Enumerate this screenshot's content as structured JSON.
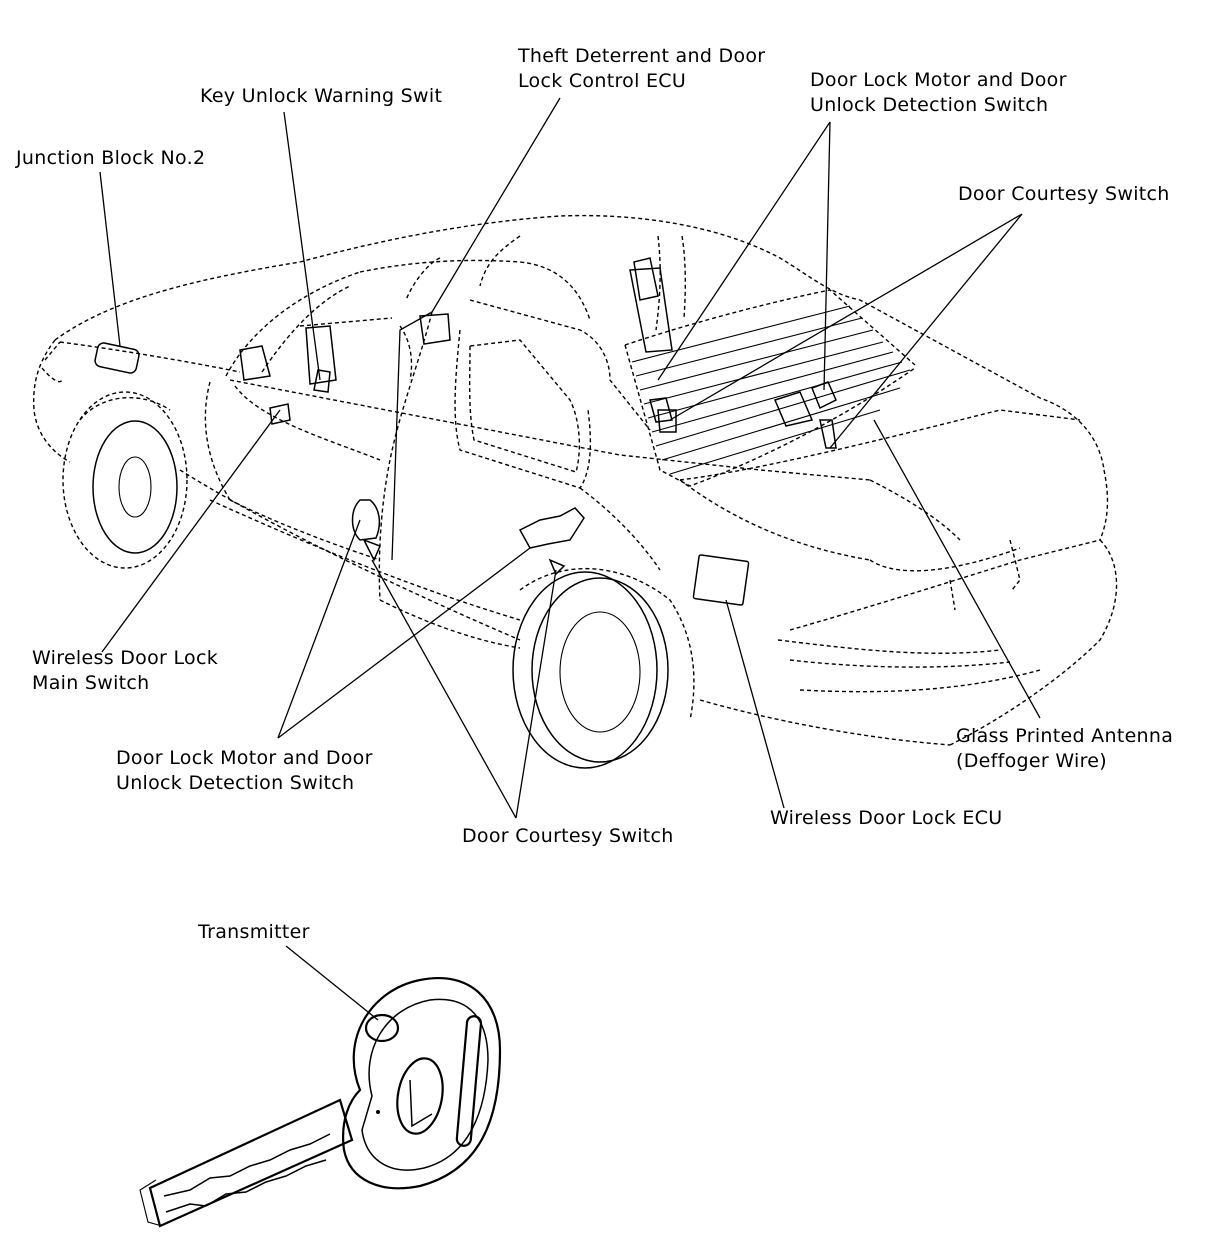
{
  "labels": {
    "theft_ecu": [
      "Theft Deterrent and Door",
      "Lock Control ECU"
    ],
    "key_unlock": "Key Unlock Warning Swit",
    "junction_block": "Junction Block No.2",
    "door_lock_motor_rear": [
      "Door Lock Motor and Door",
      "Unlock Detection Switch"
    ],
    "door_courtesy_rear": "Door Courtesy Switch",
    "wireless_main_switch": [
      "Wireless Door Lock",
      "Main Switch"
    ],
    "door_lock_motor_front": [
      "Door Lock Motor and Door",
      "Unlock Detection Switch"
    ],
    "door_courtesy_front": "Door Courtesy Switch",
    "wireless_ecu": "Wireless Door Lock ECU",
    "glass_antenna": [
      "Glass Printed Antenna",
      "(Deffoger Wire)"
    ],
    "transmitter": "Transmitter"
  },
  "icons": [
    "car-outline-icon",
    "transmitter-key-icon"
  ]
}
